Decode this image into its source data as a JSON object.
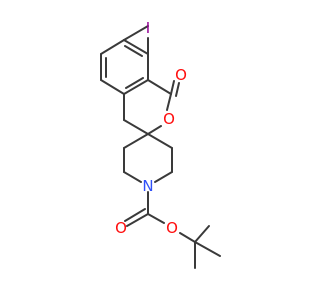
{
  "molecule": {
    "atom_labels": {
      "iodine": "I",
      "carbonyl_oxygen": "O",
      "ring_oxygen": "O",
      "nitrogen": "N",
      "ester_carbonyl_oxygen": "O",
      "ester_oxygen": "O"
    },
    "colors": {
      "bond": "#3a3a3a",
      "iodine": "#940094",
      "oxygen": "#ff0d0d",
      "nitrogen": "#3050f8",
      "background": "#ffffff"
    }
  }
}
